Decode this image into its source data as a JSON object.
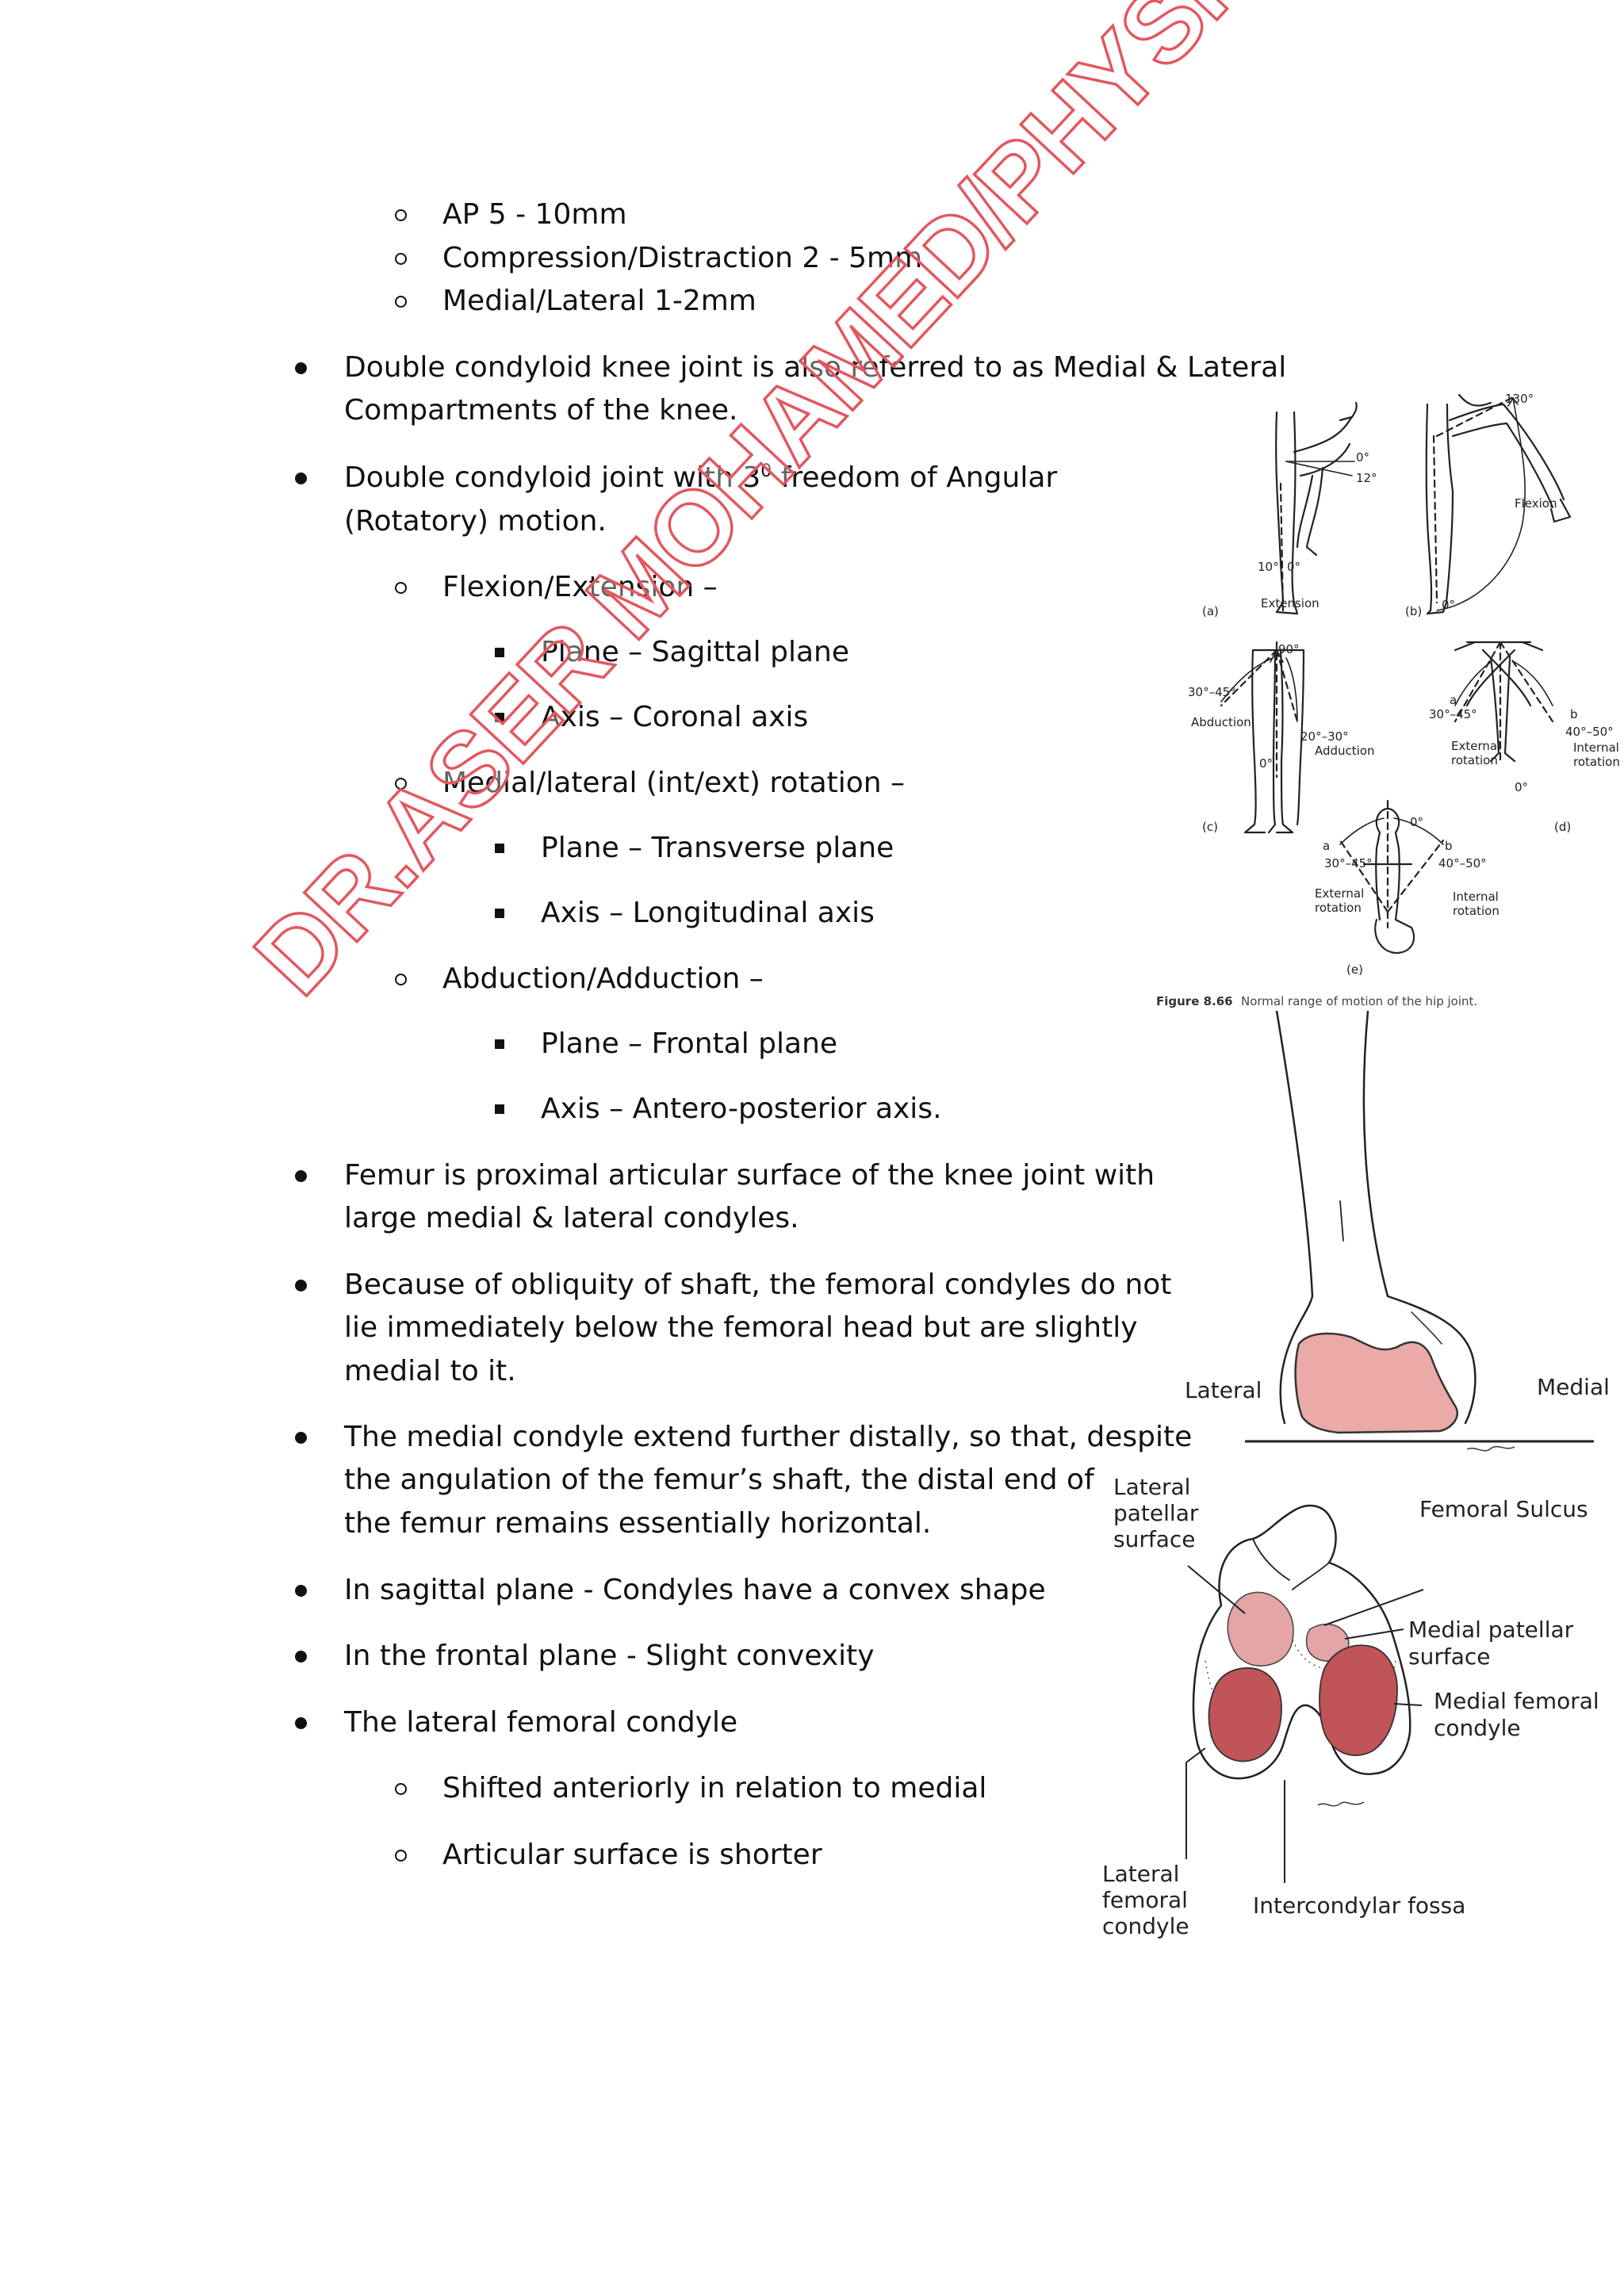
{
  "lines": [
    {
      "text": "AP   5 - 10mm",
      "level": 2
    },
    {
      "text": "Compression/Distraction  2 - 5mm",
      "level": 2
    },
    {
      "text": "Medial/Lateral  1-2mm",
      "level": 2
    },
    {
      "text": "Double condyloid knee joint is also referred to as  Medial & Lateral",
      "level": 1
    },
    {
      "text": "Compartments of the knee.",
      "level": 0
    },
    {
      "text": "Double condyloid joint with 3",
      "sup": "0",
      "after": " freedom of Angular",
      "level": 1
    },
    {
      "text": "(Rotatory) motion.",
      "level": 0
    },
    {
      "text": "Flexion/Extension –",
      "level": 2
    },
    {
      "text": "Plane – Sagittal plane",
      "level": 3
    },
    {
      "text": "Axis – Coronal axis",
      "level": 3
    },
    {
      "text": "Medial/lateral (int/ext) rotation –",
      "level": 2
    },
    {
      "text": "Plane – Transverse plane",
      "level": 3
    },
    {
      "text": "Axis – Longitudinal axis",
      "level": 3
    },
    {
      "text": "Abduction/Adduction –",
      "level": 2
    },
    {
      "text": "Plane – Frontal plane",
      "level": 3
    },
    {
      "text": "Axis – Antero-posterior axis.",
      "level": 3
    },
    {
      "text": "Femur is proximal articular surface of the knee joint with",
      "level": 1
    },
    {
      "text": "large medial & lateral condyles.",
      "level": 0
    },
    {
      "text": "Because of obliquity of shaft, the femoral condyles do not",
      "level": 1
    },
    {
      "text": "lie immediately below the femoral head but are slightly",
      "level": 0
    },
    {
      "text": "medial to it.",
      "level": 0
    },
    {
      "text": "The medial condyle extend further distally, so that, despite",
      "level": 1
    },
    {
      "text": "the angulation of the femur’s shaft, the distal end of",
      "level": 0
    },
    {
      "text": "the femur remains essentially horizontal.",
      "level": 0
    },
    {
      "text": "In sagittal plane - Condyles have a convex shape",
      "level": 1
    },
    {
      "text": "In the frontal plane - Slight convexity",
      "level": 1
    },
    {
      "text": "The lateral femoral condyle",
      "level": 1
    },
    {
      "text": "Shifted anteriorly in relation to medial",
      "level": 2
    },
    {
      "text": "Articular surface is shorter",
      "level": 2
    }
  ],
  "figure_hip": {
    "caption_label": "Figure 8.66",
    "caption_text": "Normal range of motion of the hip joint.",
    "labels": {
      "a_0": "0°",
      "a_12": "12°",
      "a_10": "10°",
      "a_0b": "0°",
      "a_ext": "Extension",
      "a_tag": "(a)",
      "b_130": "130°",
      "b_flex": "Flexion",
      "b_0": "0°",
      "b_tag": "(b)",
      "c_90": "90°",
      "c_3045": "30°–45°",
      "c_abd": "Abduction",
      "c_2030": "20°–30°",
      "c_add": "Adduction",
      "c_0": "0°",
      "c_tag": "(c)",
      "d_a": "a",
      "d_3045": "30°–45°",
      "d_ext": "External",
      "d_extrot": "rotation",
      "d_b": "b",
      "d_4050": "40°–50°",
      "d_int": "Internal",
      "d_introt": "rotation",
      "d_0": "0°",
      "d_tag": "(d)",
      "e_0": "0°",
      "e_a": "a",
      "e_3045": "30°–45°",
      "e_ext": "External",
      "e_extrot": "rotation",
      "e_b": "b",
      "e_4050": "40°–50°",
      "e_int": "Internal",
      "e_introt": "rotation",
      "e_tag": "(e)"
    }
  },
  "figure_femur": {
    "label_lateral": "Lateral",
    "label_medial": "Medial",
    "colors": {
      "cartilage": "#e9aaa8"
    }
  },
  "figure_distal": {
    "labels": {
      "lat_pat_1": "Lateral",
      "lat_pat_2": "patellar",
      "lat_pat_3": "surface",
      "sulcus": "Femoral Sulcus",
      "med_pat_1": "Medial patellar",
      "med_pat_2": "surface",
      "med_con_1": "Medial femoral",
      "med_con_2": "condyle",
      "lat_con_1": "Lateral",
      "lat_con_2": "femoral",
      "lat_con_3": "condyle",
      "fossa": "Intercondylar fossa"
    },
    "colors": {
      "condyle": "#c05458",
      "patellar": "#e3a5a6"
    }
  },
  "watermark": "DR.ASER MOHAMED/PHYSIOTHERAPY"
}
